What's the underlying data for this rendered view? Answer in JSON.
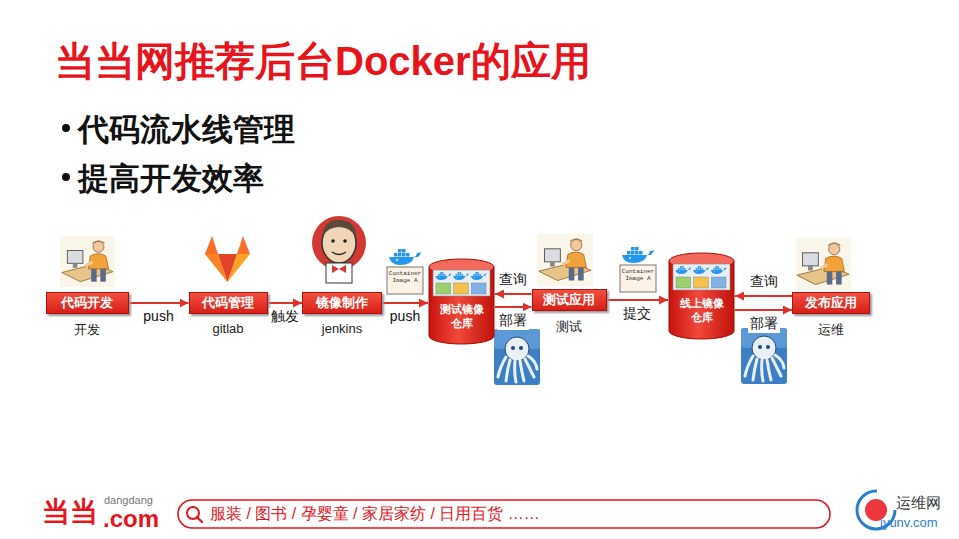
{
  "diagram": {
    "title": "当当网推荐后台Docker的应用",
    "nodes": [
      {
        "text": [
          "代码开发",
          "开发"
        ]
      },
      {
        "text": [
          "代码管理",
          "gitlab"
        ]
      },
      {
        "text": [
          "镜像制作",
          "jenkins"
        ]
      },
      {
        "text": [
          "测试镜像仓库"
        ]
      },
      {
        "text": [
          "测试应用",
          "测试"
        ]
      },
      {
        "text": [
          "线上镜像仓库"
        ]
      },
      {
        "text": [
          "发布应用",
          "运维"
        ]
      }
    ],
    "edges": [
      {
        "from": 0,
        "to": 1,
        "label": "push",
        "arrow": "to"
      },
      {
        "from": 1,
        "to": 2,
        "label": "触发",
        "arrow": "to"
      },
      {
        "from": 2,
        "to": 3,
        "label": "push",
        "arrow": "to"
      },
      {
        "from": 4,
        "to": 3,
        "label": "查询",
        "arrow": "to"
      },
      {
        "from": 3,
        "to": 4,
        "label": "部署",
        "arrow": "to"
      },
      {
        "from": 4,
        "to": 5,
        "label": "提交",
        "arrow": "to"
      },
      {
        "from": 6,
        "to": 5,
        "label": "查询",
        "arrow": "to"
      },
      {
        "from": 5,
        "to": 6,
        "label": "部署",
        "arrow": "to"
      }
    ],
    "labels": [
      "代码流水线管理",
      "提高开发效率",
      "Container Image A",
      "Container Image A",
      "当当",
      "dangdang",
      ".com",
      "服装 / 图书 / 孕婴童 / 家居家纺 / 日用百货 ……",
      "运维网",
      "iyunv.com"
    ]
  }
}
